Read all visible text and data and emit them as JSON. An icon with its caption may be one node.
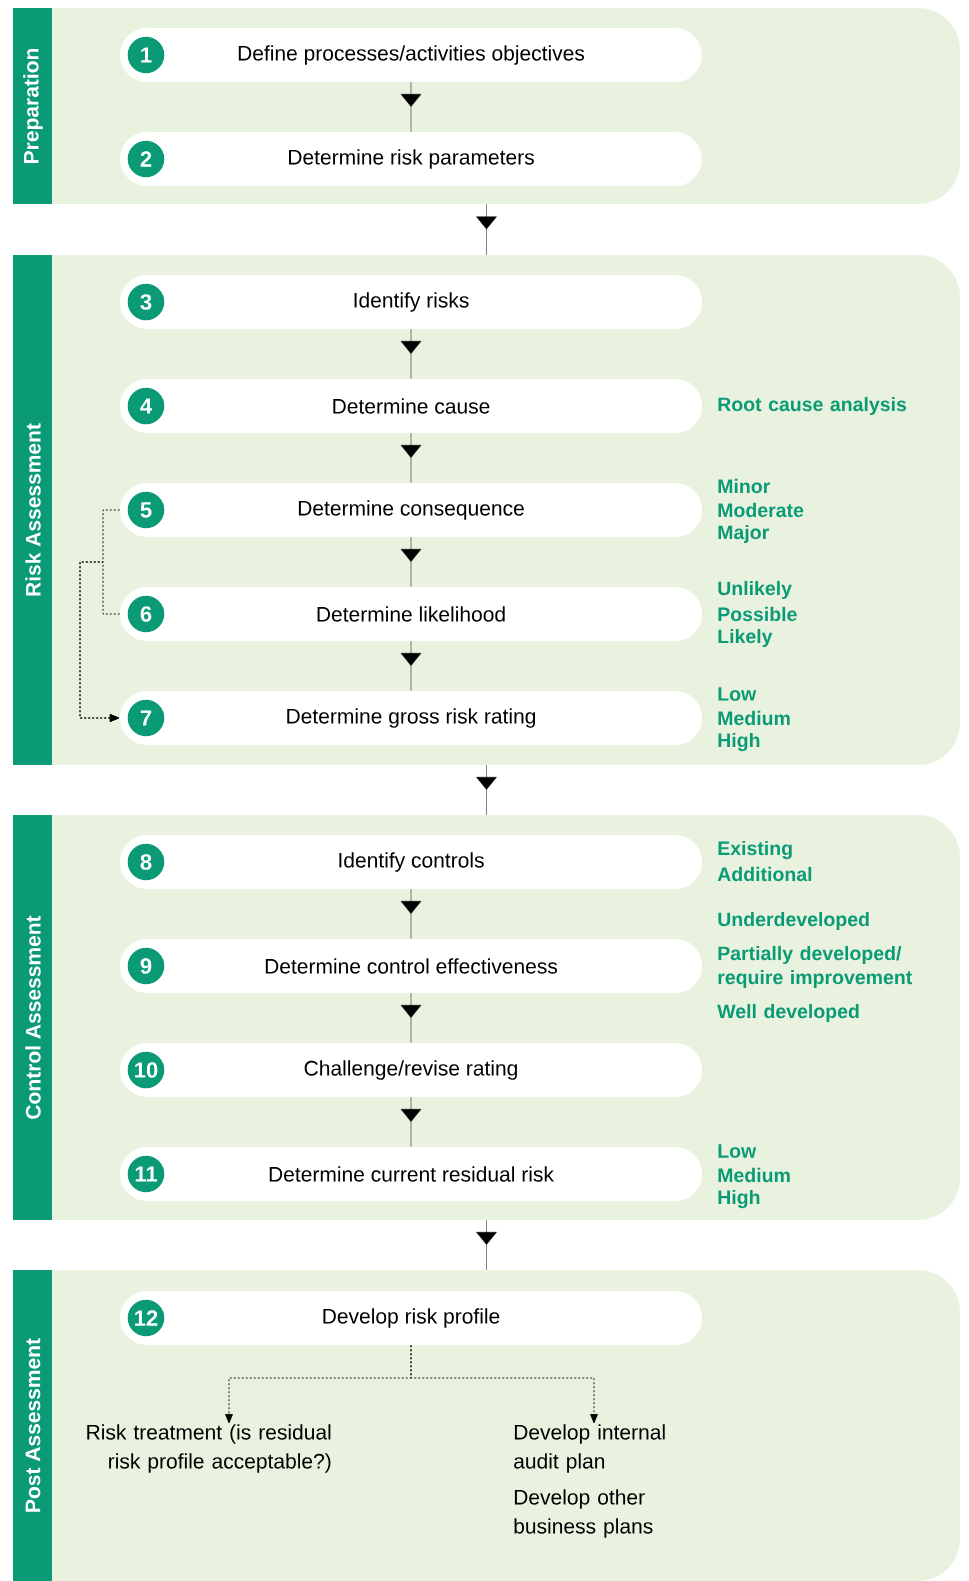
{
  "diagram": {
    "nodes": [
      {
        "text": [
          "Preparation"
        ]
      },
      {
        "text": [
          "1",
          "Define processes/activities objectives"
        ],
        "in": 0
      },
      {
        "text": [
          "2",
          "Determine risk parameters"
        ],
        "in": 0
      },
      {
        "text": [
          "Risk Assessment"
        ]
      },
      {
        "text": [
          "3",
          "Identify risks"
        ],
        "in": 3
      },
      {
        "text": [
          "4",
          "Determine cause"
        ],
        "in": 3,
        "beside": [
          "Root cause analysis"
        ]
      },
      {
        "text": [
          "5",
          "Determine consequence"
        ],
        "in": 3,
        "beside": [
          "Minor",
          "Moderate",
          "Major"
        ]
      },
      {
        "text": [
          "6",
          "Determine likelihood"
        ],
        "in": 3,
        "beside": [
          "Unlikely",
          "Possible",
          "Likely"
        ]
      },
      {
        "text": [
          "7",
          "Determine gross risk rating"
        ],
        "in": 3,
        "beside": [
          "Low",
          "Medium",
          "High"
        ]
      },
      {
        "text": [
          "Control Assessment"
        ]
      },
      {
        "text": [
          "8",
          "Identify controls"
        ],
        "in": 9,
        "beside": [
          "Existing",
          "Additional"
        ]
      },
      {
        "text": [
          "9",
          "Determine control effectiveness"
        ],
        "in": 9,
        "beside": [
          "Underdeveloped",
          "Partially developed/ require improvement",
          "Well developed"
        ]
      },
      {
        "text": [
          "10",
          "Challenge/revise rating"
        ],
        "in": 9
      },
      {
        "text": [
          "11",
          "Determine current residual risk"
        ],
        "in": 9,
        "beside": [
          "Low",
          "Medium",
          "High"
        ]
      },
      {
        "text": [
          "Post Assessment"
        ]
      },
      {
        "text": [
          "12",
          "Develop risk profile"
        ],
        "in": 14
      },
      {
        "text": [
          "Risk treatment (is residual risk profile acceptable?)"
        ],
        "in": 14
      },
      {
        "text": [
          "Develop internal audit plan",
          "Develop other business plans"
        ],
        "in": 14
      }
    ],
    "edges": [
      {
        "from": 1,
        "to": 2,
        "arrow": "to"
      },
      {
        "from": 0,
        "to": 3,
        "arrow": "to"
      },
      {
        "from": 4,
        "to": 5,
        "arrow": "to"
      },
      {
        "from": 5,
        "to": 6,
        "arrow": "to"
      },
      {
        "from": 6,
        "to": 7,
        "arrow": "to"
      },
      {
        "from": 7,
        "to": 8,
        "arrow": "to"
      },
      {
        "from": 6,
        "to": 8,
        "arrow": "to",
        "style": "dashed"
      },
      {
        "from": 7,
        "to": 8,
        "arrow": "to",
        "style": "dashed"
      },
      {
        "from": 3,
        "to": 9,
        "arrow": "to"
      },
      {
        "from": 10,
        "to": 11,
        "arrow": "to"
      },
      {
        "from": 11,
        "to": 12,
        "arrow": "to"
      },
      {
        "from": 12,
        "to": 13,
        "arrow": "to"
      },
      {
        "from": 9,
        "to": 14,
        "arrow": "to"
      },
      {
        "from": 15,
        "to": 16,
        "arrow": "to",
        "style": "dashed"
      },
      {
        "from": 15,
        "to": 17,
        "arrow": "to",
        "style": "dashed"
      }
    ]
  }
}
